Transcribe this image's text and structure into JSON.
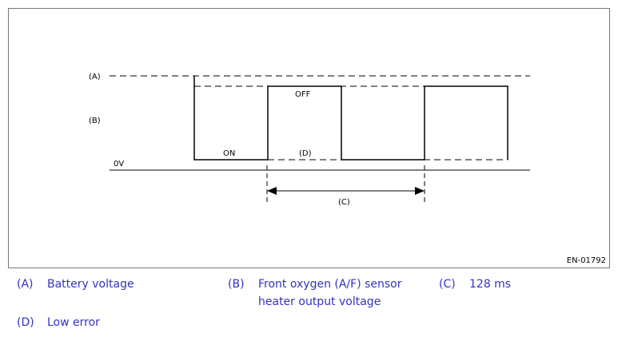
{
  "diagram": {
    "labels": {
      "a": "(A)",
      "b": "(B)",
      "zero": "0V",
      "off": "OFF",
      "on": "ON",
      "d": "(D)",
      "c": "(C)"
    },
    "figure_id": "EN-01792"
  },
  "legend": [
    {
      "key": "(A)",
      "text": "Battery voltage"
    },
    {
      "key": "(B)",
      "text": "Front oxygen (A/F) sensor",
      "text2": "heater output voltage"
    },
    {
      "key": "(C)",
      "text": "128 ms"
    },
    {
      "key": "(D)",
      "text": "Low error"
    }
  ]
}
